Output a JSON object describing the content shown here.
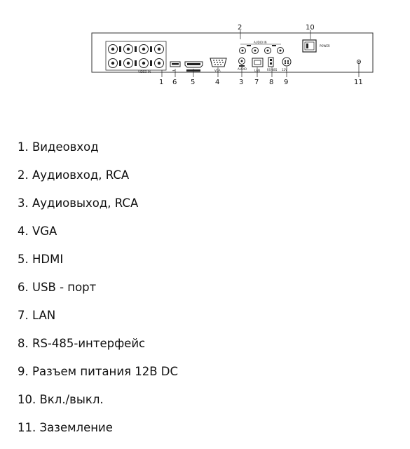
{
  "diagram": {
    "panel_labels": {
      "video_in": "VIDEO IN",
      "audio_in": "AUDIO IN",
      "audio": "AUDIO",
      "vga": "VGA",
      "lan": "LAN",
      "rs485": "RS-485",
      "power_in": "12V",
      "power_switch": "POWER"
    },
    "callouts": [
      "1",
      "6",
      "5",
      "4",
      "3",
      "7",
      "8",
      "9",
      "2",
      "10",
      "11"
    ]
  },
  "legend": [
    "1. Видеовход",
    "2. Аудиовход, RCA",
    "3. Аудиовыход, RCA",
    "4. VGA",
    "5. HDMI",
    "6. USB - порт",
    "7. LAN",
    "8. RS-485-интерфейс",
    "9. Разъем питания 12В DC",
    "10. Вкл./выкл.",
    "11. Заземление"
  ]
}
